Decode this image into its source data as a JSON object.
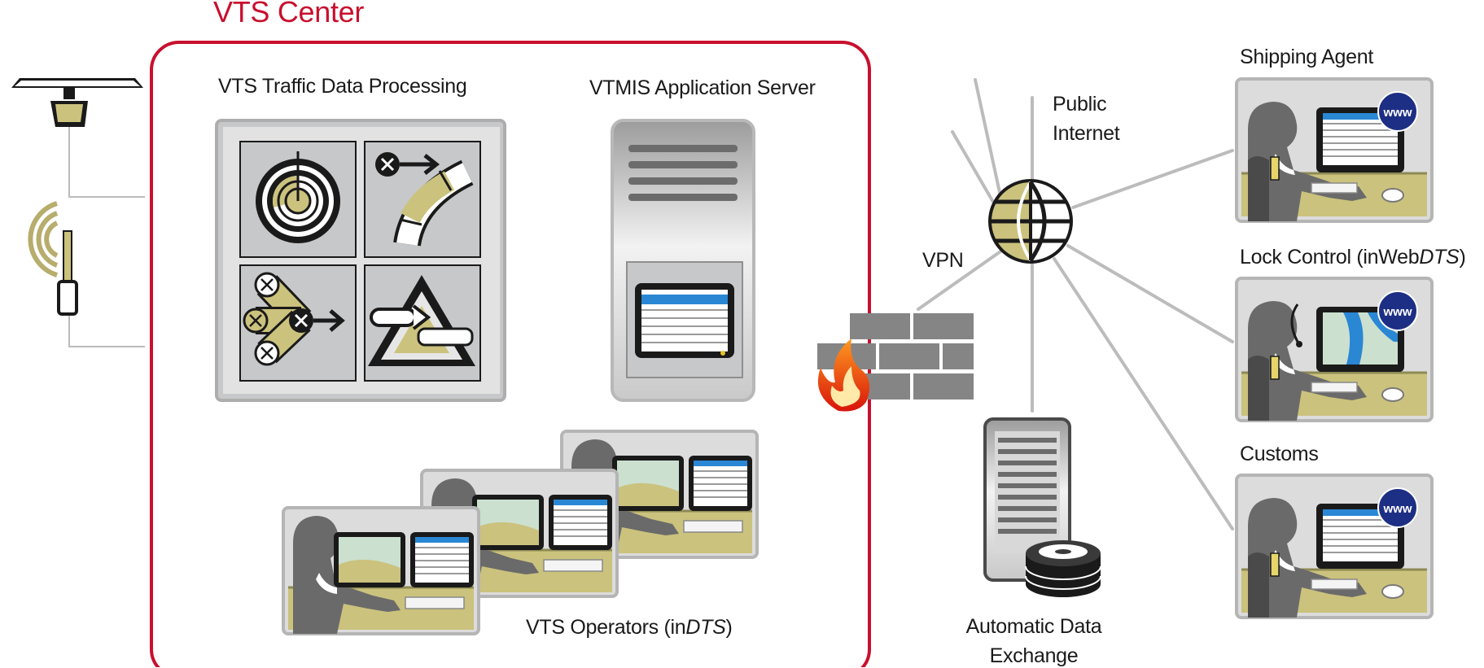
{
  "labels": {
    "center_title": "VTS Center",
    "traffic_processing": "VTS Traffic Data Processing",
    "app_server": "VTMIS Application Server",
    "public": "Public",
    "internet": "Internet",
    "vpn": "VPN",
    "shipping_agent": "Shipping Agent",
    "lock_control_prefix": "Lock Control (inWeb",
    "lock_control_dts": "DTS",
    "lock_control_suffix": ")",
    "customs": "Customs",
    "operators_prefix": "VTS Operators (in",
    "operators_dts": "DTS",
    "operators_suffix": ")",
    "ade_line1": "Automatic Data",
    "ade_line2": "Exchange",
    "www": "www"
  },
  "colors": {
    "accent_red": "#c8102e",
    "panel_gray": "#c7c8ca",
    "dark": "#1a1a1a",
    "olive": "#b7ad6c",
    "olive_dark": "#8e8a55",
    "screen_blue": "#2a87d4",
    "globe_blue": "#1d2f84",
    "connector_gray": "#bcbcbc"
  },
  "icons": [
    "radar-antenna-icon",
    "radio-antenna-icon",
    "radar-scope-icon",
    "track-arc-icon",
    "correlation-icon",
    "warning-triangle-icon",
    "server-tower-icon",
    "firewall-icon",
    "flame-icon",
    "globe-icon",
    "database-server-icon",
    "operator-workstation-icon",
    "www-badge-icon"
  ]
}
